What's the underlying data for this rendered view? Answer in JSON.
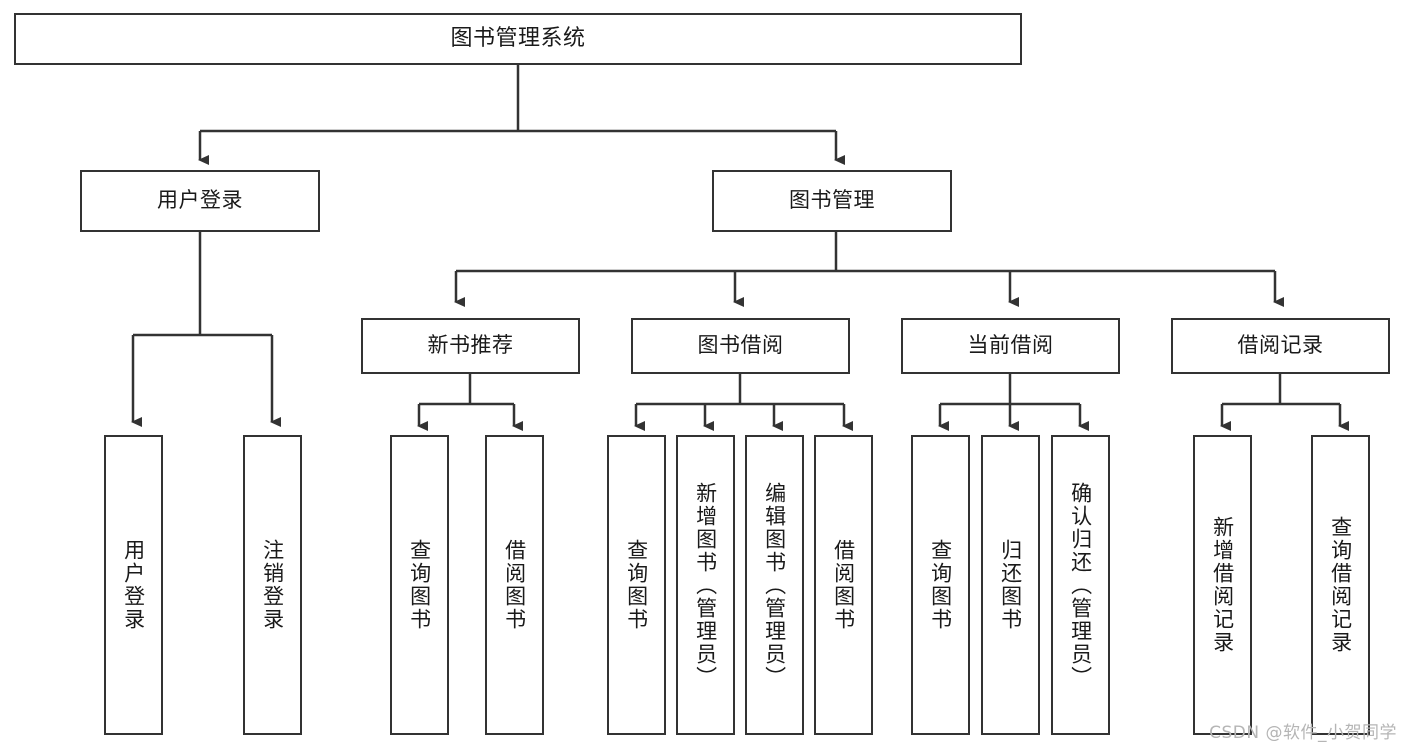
{
  "diagram": {
    "type": "tree-flowchart",
    "title": "图书管理系统",
    "root": {
      "label": "图书管理系统"
    },
    "level2": [
      {
        "label": "用户登录"
      },
      {
        "label": "图书管理"
      }
    ],
    "level3": [
      {
        "label": "新书推荐"
      },
      {
        "label": "图书借阅"
      },
      {
        "label": "当前借阅"
      },
      {
        "label": "借阅记录"
      }
    ],
    "leaves_user_login": [
      {
        "label": "用户登录"
      },
      {
        "label": "注销登录"
      }
    ],
    "leaves_new_book": [
      {
        "label": "查询图书"
      },
      {
        "label": "借阅图书"
      }
    ],
    "leaves_borrow": [
      {
        "label": "查询图书"
      },
      {
        "label": "新增图书（管理员）"
      },
      {
        "label": "编辑图书（管理员）"
      },
      {
        "label": "借阅图书"
      }
    ],
    "leaves_current": [
      {
        "label": "查询图书"
      },
      {
        "label": "归还图书"
      },
      {
        "label": "确认归还（管理员）"
      }
    ],
    "leaves_records": [
      {
        "label": "新增借阅记录"
      },
      {
        "label": "查询借阅记录"
      }
    ]
  },
  "watermark": {
    "text": "CSDN @软件_小贺同学"
  },
  "colors": {
    "border": "#333333",
    "background": "#ffffff",
    "text": "#1a1a1a",
    "watermark": "#b5b5b5"
  }
}
